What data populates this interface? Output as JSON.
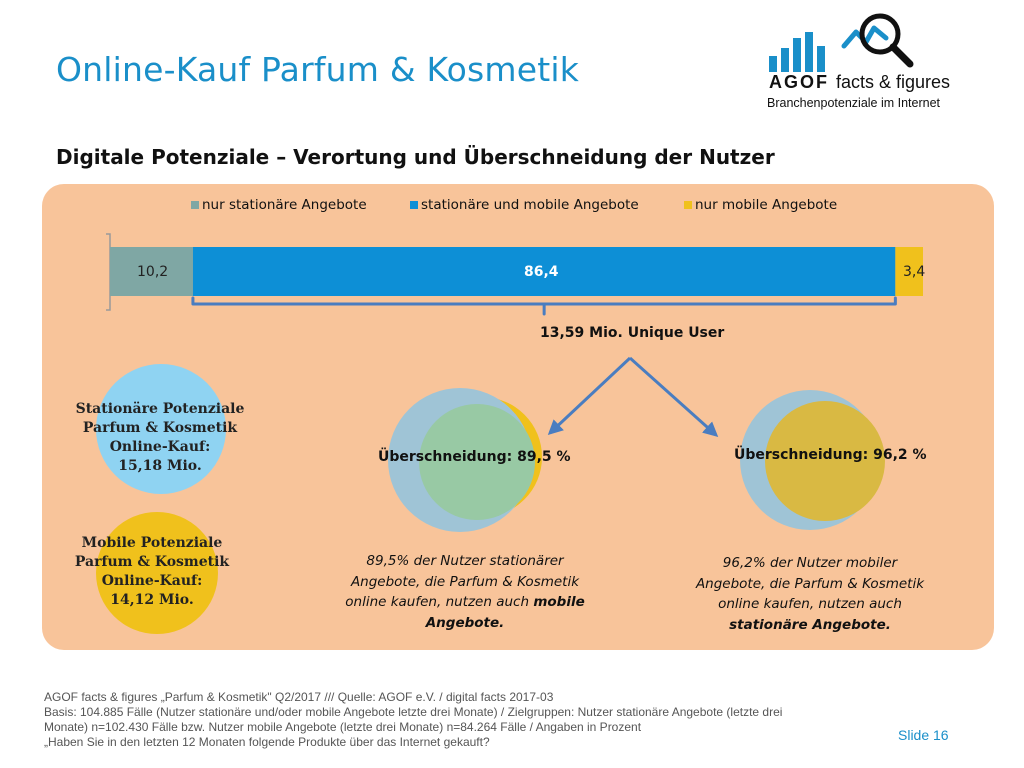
{
  "header": {
    "title": "Online-Kauf Parfum & Kosmetik",
    "subtitle": "Digitale Potenziale – Verortung und Überschneidung der Nutzer"
  },
  "logo": {
    "brand": "AGOF",
    "tagline": "facts & figures",
    "sub": "Branchenpotenziale im Internet",
    "icon": "bar-chart-magnifier-icon"
  },
  "colors": {
    "title": "#1a8fc9",
    "panel": "#f8c49a",
    "stationary_only": "#7fa7a4",
    "both": "#0d8fd6",
    "mobile_only": "#f0c11c",
    "circle_blue": "#8fd3f2",
    "circle_yellow": "#f0c11c"
  },
  "chart_data": {
    "type": "bar",
    "orientation": "horizontal",
    "stacked": true,
    "series": [
      {
        "name": "nur stationäre Angebote",
        "values": [
          10.2
        ],
        "label": "10,2"
      },
      {
        "name": "stationäre und mobile Angebote",
        "values": [
          86.4
        ],
        "label": "86,4"
      },
      {
        "name": "nur mobile Angebote",
        "values": [
          3.4
        ],
        "label": "3,4"
      }
    ],
    "legend_position": "top",
    "annotation": "13,59 Mio. Unique User"
  },
  "potentials": {
    "stationary": "Stationäre Potenziale Parfum & Kosmetik Online-Kauf: 15,18 Mio.",
    "stationary_lines": [
      "Stationäre Potenziale",
      "Parfum & Kosmetik",
      "Online-Kauf:",
      "15,18 Mio."
    ],
    "mobile_lines": [
      "Mobile Potenziale",
      "Parfum & Kosmetik",
      "Online-Kauf:",
      "14,12 Mio."
    ]
  },
  "overlaps": {
    "left_label": "Überschneidung: 89,5 %",
    "right_label": "Überschneidung: 96,2 %",
    "left_desc_lines": [
      "89,5% der Nutzer stationärer",
      "Angebote, die Parfum & Kosmetik",
      "online kaufen, nutzen auch "
    ],
    "left_desc_bold": "mobile",
    "left_desc_bold2": "Angebote.",
    "right_desc_lines": [
      "96,2% der Nutzer mobiler",
      "Angebote, die Parfum & Kosmetik",
      "online kaufen, nutzen auch"
    ],
    "right_desc_bold": "stationäre Angebote."
  },
  "footer": {
    "line1": "AGOF facts & figures „Parfum & Kosmetik\" Q2/2017 /// Quelle: AGOF e.V. / digital facts 2017-03",
    "line2": "Basis: 104.885 Fälle (Nutzer stationäre und/oder mobile Angebote letzte drei Monate) / Zielgruppen: Nutzer stationäre Angebote (letzte drei",
    "line3": "Monate) n=102.430 Fälle bzw. Nutzer mobile Angebote (letzte drei Monate) n=84.264 Fälle / Angaben in Prozent",
    "line4": "„Haben Sie in den letzten 12 Monaten folgende Produkte über das Internet gekauft?",
    "slide": "Slide 16"
  }
}
